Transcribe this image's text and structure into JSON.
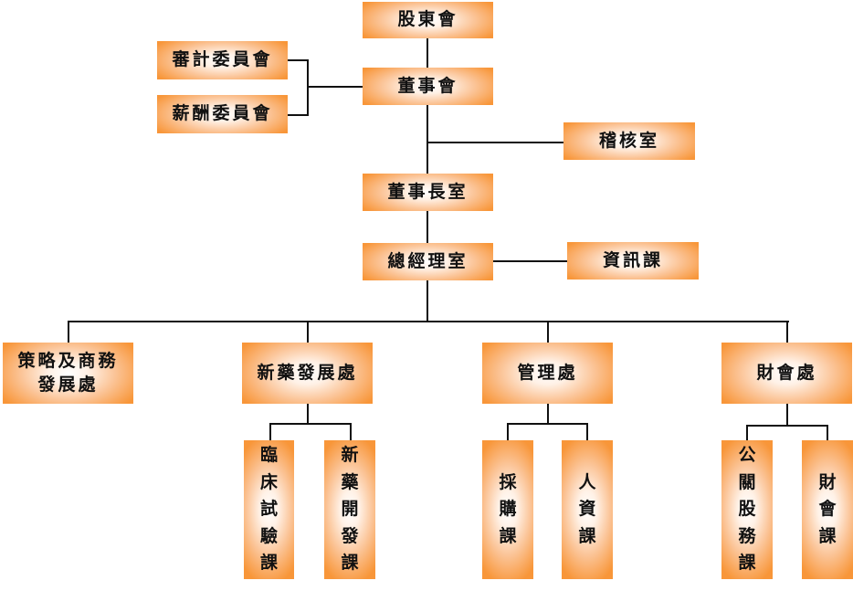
{
  "chart": {
    "title": "組織架構圖",
    "nodes": {
      "shareholders": "股東會",
      "audit_committee": "審計委員會",
      "remuneration_committee": "薪酬委員會",
      "board": "董事會",
      "internal_audit": "稽核室",
      "chairman_office": "董事長室",
      "president_office": "總經理室",
      "it_section": "資訊課",
      "strategy_dept_line1": "策略及商務",
      "strategy_dept_line2": "發展處",
      "new_drug_dept": "新藥發展處",
      "management_dept": "管理處",
      "finance_dept": "財會處",
      "clinical_trial_section": "臨床試驗課",
      "drug_development_section": "新藥開發課",
      "procurement_section": "採購課",
      "hr_section": "人資課",
      "ir_section": "公關股務課",
      "accounting_section": "財會課"
    },
    "edges": [
      [
        "shareholders",
        "board"
      ],
      [
        "audit_committee",
        "board"
      ],
      [
        "remuneration_committee",
        "board"
      ],
      [
        "board",
        "internal_audit"
      ],
      [
        "board",
        "chairman_office"
      ],
      [
        "chairman_office",
        "president_office"
      ],
      [
        "president_office",
        "it_section"
      ],
      [
        "president_office",
        "strategy_dept"
      ],
      [
        "president_office",
        "new_drug_dept"
      ],
      [
        "president_office",
        "management_dept"
      ],
      [
        "president_office",
        "finance_dept"
      ],
      [
        "new_drug_dept",
        "clinical_trial_section"
      ],
      [
        "new_drug_dept",
        "drug_development_section"
      ],
      [
        "management_dept",
        "procurement_section"
      ],
      [
        "management_dept",
        "hr_section"
      ],
      [
        "finance_dept",
        "ir_section"
      ],
      [
        "finance_dept",
        "accounting_section"
      ]
    ],
    "colors": {
      "box_edge": "#f7902f",
      "box_center": "#ffffff",
      "line": "#111111"
    }
  }
}
